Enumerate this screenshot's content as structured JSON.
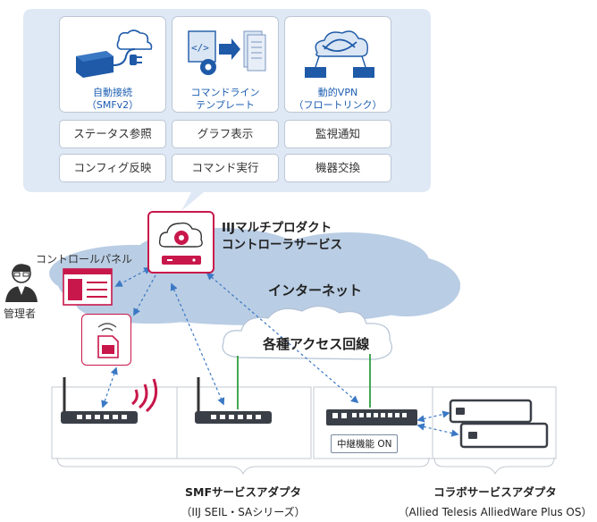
{
  "features": {
    "cards": [
      {
        "id": "auto-connect",
        "line1": "自動接続",
        "line2": "（SMFv2）"
      },
      {
        "id": "cli-template",
        "line1": "コマンドライン",
        "line2": "テンプレート"
      },
      {
        "id": "dynamic-vpn",
        "line1": "動的VPN",
        "line2": "（フロートリンク）"
      }
    ],
    "cells": [
      "ステータス参照",
      "グラフ表示",
      "監視通知",
      "コンフィグ反映",
      "コマンド実行",
      "機器交換"
    ]
  },
  "controller": {
    "line1": "IIJマルチプロダクト",
    "line2": "コントローラサービス"
  },
  "control_panel_label": "コントロールパネル",
  "admin_label": "管理者",
  "internet_label": "インターネット",
  "access_label": "各種アクセス回線",
  "relay_label": "中継機能 ON",
  "smf_group": {
    "title": "SMFサービスアダプタ",
    "subtitle": "（IIJ SEIL・SAシリーズ）"
  },
  "collab_group": {
    "title": "コラボサービスアダプタ",
    "subtitle": "（Allied Telesis AlliedWare Plus OS）"
  },
  "colors": {
    "panel_bg": "#dfe9f5",
    "cloud": "#b9cde4",
    "accent_red": "#c8174a",
    "device_blue": "#1e5aa8",
    "link_green": "#2e9e3e",
    "dash_blue": "#3b78c4"
  }
}
